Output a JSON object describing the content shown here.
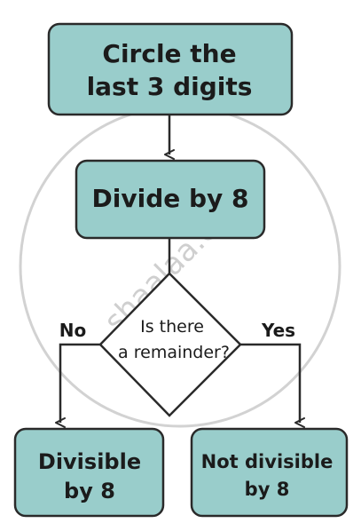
{
  "watermark": {
    "text": "shaalaa.com"
  },
  "colors": {
    "node_fill": "#99cdcb",
    "node_stroke": "#2a2a2a",
    "diamond_fill": "#ffffff",
    "line": "#2a2a2a",
    "watermark": "#cfcfcf"
  },
  "nodes": {
    "start": {
      "line1": "Circle the",
      "line2": "last 3 digits"
    },
    "divide": {
      "line1": "Divide by 8"
    },
    "decision": {
      "line1": "Is there",
      "line2": "a remainder?"
    },
    "left_result": {
      "line1": "Divisible",
      "line2": "by 8"
    },
    "right_result": {
      "line1": "Not divisible",
      "line2": "by 8"
    }
  },
  "edges": {
    "no_label": "No",
    "yes_label": "Yes"
  }
}
